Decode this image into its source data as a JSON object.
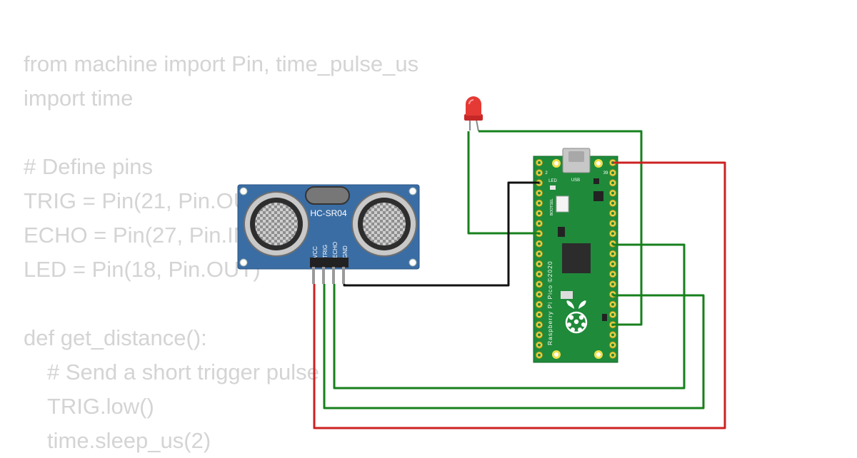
{
  "code_lines": [
    {
      "text": "from machine import Pin, time_pulse_us",
      "indent": false
    },
    {
      "text": "import time",
      "indent": false
    },
    {
      "text": "",
      "indent": false
    },
    {
      "text": "# Define pins",
      "indent": false
    },
    {
      "text": "TRIG = Pin(21, Pin.OUT)",
      "indent": false
    },
    {
      "text": "ECHO = Pin(27, Pin.IN)",
      "indent": false
    },
    {
      "text": "LED = Pin(18, Pin.OUT)",
      "indent": false
    },
    {
      "text": "",
      "indent": false
    },
    {
      "text": "def get_distance():",
      "indent": false
    },
    {
      "text": "# Send a short trigger pulse",
      "indent": true
    },
    {
      "text": "TRIG.low()",
      "indent": true
    },
    {
      "text": "time.sleep_us(2)",
      "indent": true
    }
  ],
  "sensor": {
    "model": "HC-SR04",
    "pins": [
      "VCC",
      "TRIG",
      "ECHO",
      "GND"
    ]
  },
  "pico": {
    "label_led": "LED",
    "label_usb": "USB",
    "label_bootsel": "BOOTSEL",
    "silkscreen": "Raspberry Pi Pico ©2020",
    "pin_num_left": "2",
    "pin_num_right": "39"
  },
  "colors": {
    "code_text": "#d4d4d4",
    "wire_green": "#17801c",
    "wire_red": "#cc2222",
    "wire_black": "#111111",
    "sensor_board": "#3a6da4",
    "pico_board": "#1f8a3a",
    "led_red": "#e53935"
  }
}
